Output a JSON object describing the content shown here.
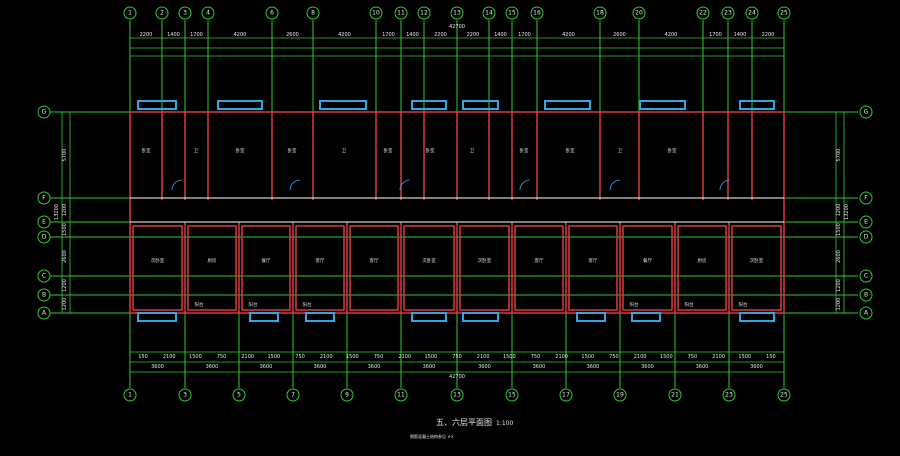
{
  "drawing": {
    "title": "五、六层平面图",
    "scale": "1:100",
    "note": "钢筋混凝土结构参见 ××"
  },
  "top_axes": [
    "1",
    "2",
    "3",
    "4",
    "6",
    "8",
    "10",
    "11",
    "12",
    "13",
    "14",
    "15",
    "16",
    "18",
    "20",
    "22",
    "23",
    "24",
    "25"
  ],
  "bottom_axes": [
    "1",
    "3",
    "5",
    "7",
    "9",
    "11",
    "13",
    "15",
    "17",
    "19",
    "21",
    "23",
    "25"
  ],
  "side_axes": [
    "G",
    "F",
    "E",
    "D",
    "C",
    "B",
    "A"
  ],
  "top_dims_row1": [
    "2200",
    "1400",
    "1700",
    "4200",
    "2600",
    "4200",
    "1700",
    "1400",
    "2200",
    "2200",
    "1400",
    "1700",
    "4200",
    "2600",
    "4200",
    "1700",
    "1400",
    "2200"
  ],
  "top_total": "42700",
  "bottom_dims_row1": [
    "150",
    "2100",
    "1500",
    "750",
    "2100",
    "1500",
    "750",
    "2100",
    "1500",
    "750",
    "2100",
    "1500",
    "750",
    "2100",
    "1500",
    "750",
    "2100",
    "1500",
    "750",
    "2100",
    "1500",
    "750",
    "2100",
    "1500",
    "150"
  ],
  "bottom_dims_row2": [
    "3600",
    "3600",
    "3600",
    "3600",
    "3600",
    "3600",
    "3600",
    "3600",
    "3600",
    "3600",
    "3600",
    "3600"
  ],
  "bottom_total": "42700",
  "left_dims": [
    "5700",
    "1200",
    "1500",
    "2600",
    "1200",
    "1200"
  ],
  "left_total": "13200",
  "right_dims": [
    "5700",
    "1200",
    "1500",
    "2600",
    "1200",
    "1200"
  ],
  "right_total": "13200",
  "rooms_upper": [
    "卧室",
    "卫",
    "卧室",
    "卧室",
    "卫",
    "卧室",
    "卧室",
    "卫",
    "卧室",
    "卧室",
    "卫",
    "卧室"
  ],
  "rooms_lower": [
    "次卧室",
    "厨房",
    "餐厅",
    "客厅",
    "客厅",
    "次卧室",
    "次卧室",
    "客厅",
    "客厅",
    "餐厅",
    "厨房",
    "次卧室"
  ],
  "balcony_labels": [
    "阳台",
    "阳台",
    "阳台",
    "阳台",
    "阳台",
    "阳台"
  ],
  "colors": {
    "grid": "#2ecc2e",
    "wall": "#d93a3a",
    "window": "#2fa7e6",
    "text": "#e6e6e6"
  }
}
